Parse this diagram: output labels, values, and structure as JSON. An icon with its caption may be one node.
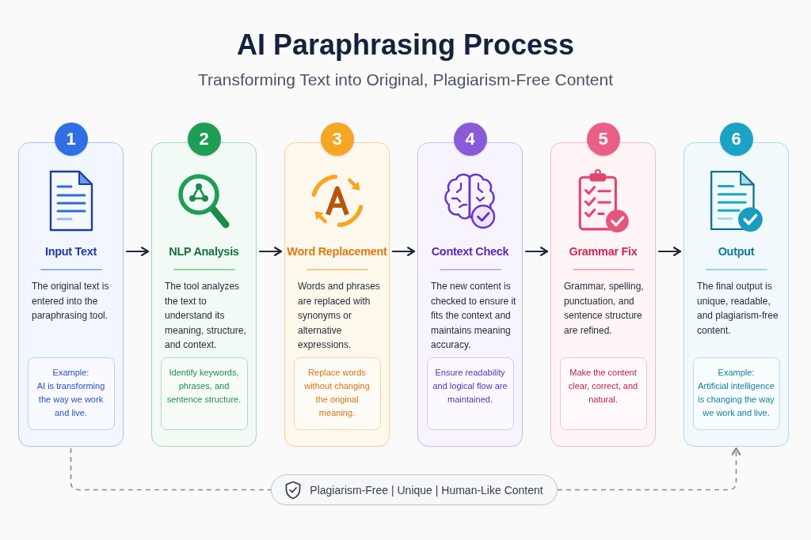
{
  "diagram": {
    "title": "AI Paraphrasing Process",
    "nodes": [
      {
        "text": [
          "1"
        ]
      },
      {
        "text": [
          "Input Text",
          "The original text is entered into the paraphrasing tool."
        ]
      },
      {
        "text": [
          "Example:",
          "AI is transforming the way we work and live."
        ],
        "in": 1
      },
      {
        "text": [
          "2"
        ]
      },
      {
        "text": [
          "NLP Analysis",
          "The tool analyzes the text to understand its meaning, structure, and context."
        ]
      },
      {
        "text": [
          "Identify keywords, phrases, and sentence structure."
        ],
        "in": 4
      },
      {
        "text": [
          "3"
        ]
      },
      {
        "text": [
          "Word Replacement",
          "Words and phrases are replaced with synonyms or alternative expressions."
        ]
      },
      {
        "text": [
          "Replace words without changing the original meaning."
        ],
        "in": 7
      },
      {
        "text": [
          "4"
        ]
      },
      {
        "text": [
          "Context Check",
          "The new content is checked to ensure it fits the context and maintains meaning accuracy."
        ]
      },
      {
        "text": [
          "Ensure readability and logical flow are maintained."
        ],
        "in": 10
      },
      {
        "text": [
          "5"
        ]
      },
      {
        "text": [
          "Grammar Fix",
          "Grammar, spelling, punctuation, and sentence structure are refined."
        ]
      },
      {
        "text": [
          "Make the content clear, correct, and natural."
        ],
        "in": 13
      },
      {
        "text": [
          "6"
        ]
      },
      {
        "text": [
          "Output",
          "The final output is unique, readable, and plagiarism-free content."
        ]
      },
      {
        "text": [
          "Example:",
          "Artificial intelligence is changing the way we work and live."
        ],
        "in": 16
      },
      {
        "text": [
          "Plagiarism-Free | Unique | Human-Like Content"
        ]
      }
    ],
    "edges": [
      {
        "from": 1,
        "to": 4,
        "arrow": "to"
      },
      {
        "from": 4,
        "to": 7,
        "arrow": "to"
      },
      {
        "from": 7,
        "to": 10,
        "arrow": "to"
      },
      {
        "from": 10,
        "to": 13,
        "arrow": "to"
      },
      {
        "from": 13,
        "to": 16,
        "arrow": "to"
      },
      {
        "from": 1,
        "to": 18,
        "arrow": "none",
        "style": "dashed",
        "color": "#868b93"
      },
      {
        "from": 18,
        "to": 16,
        "arrow": "to",
        "style": "dashed",
        "color": "#868b93"
      }
    ],
    "labels": [
      "Transforming Text into Original, Plagiarism-Free Content"
    ]
  }
}
